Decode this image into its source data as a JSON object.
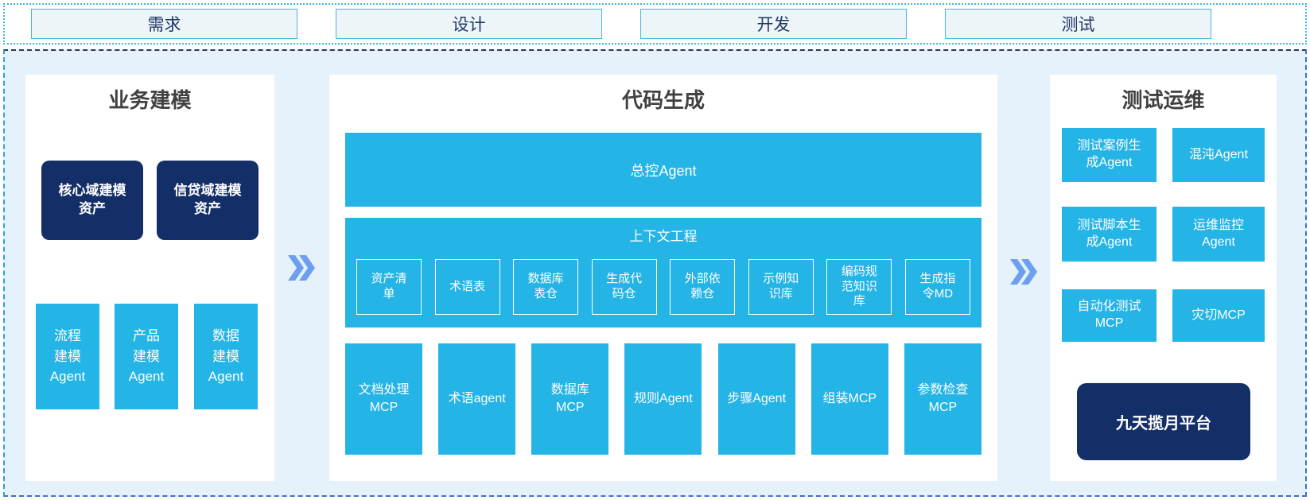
{
  "colors": {
    "cyan": "#25b4e6",
    "navy": "#142f68",
    "chevron": "#6d9ff1",
    "canvas_bg": "#e5f2fb",
    "phase_box_bg": "#eef5f9",
    "phase_border": "#3ab7de",
    "phase_text": "#1f3864",
    "title_text": "#404040"
  },
  "icons": {
    "flow": "double-chevron-right"
  },
  "phases": {
    "items": [
      "需求",
      "设计",
      "开发",
      "测试"
    ]
  },
  "business_modeling": {
    "title": "业务建模",
    "assets": [
      "核心域建模\n资产",
      "信贷域建模\n资产"
    ],
    "agents": [
      "流程\n建模\nAgent",
      "产品\n建模\nAgent",
      "数据\n建模\nAgent"
    ]
  },
  "code_generation": {
    "title": "代码生成",
    "master_agent": "总控Agent",
    "context_engineering": {
      "title": "上下文工程",
      "items": [
        "资产清\n单",
        "术语表",
        "数据库\n表仓",
        "生成代\n码仓",
        "外部依\n赖仓",
        "示例知\n识库",
        "编码规\n范知识\n库",
        "生成指\n令MD"
      ]
    },
    "tools": [
      "文档处理\nMCP",
      "术语agent",
      "数据库\nMCP",
      "规则Agent",
      "步骤Agent",
      "组装MCP",
      "参数检查\nMCP"
    ]
  },
  "test_ops": {
    "title": "测试运维",
    "agents": [
      "测试案例生\n成Agent",
      "混沌Agent",
      "测试脚本生\n成Agent",
      "运维监控\nAgent",
      "自动化测试\nMCP",
      "灾切MCP"
    ],
    "platform": "九天揽月平台"
  }
}
